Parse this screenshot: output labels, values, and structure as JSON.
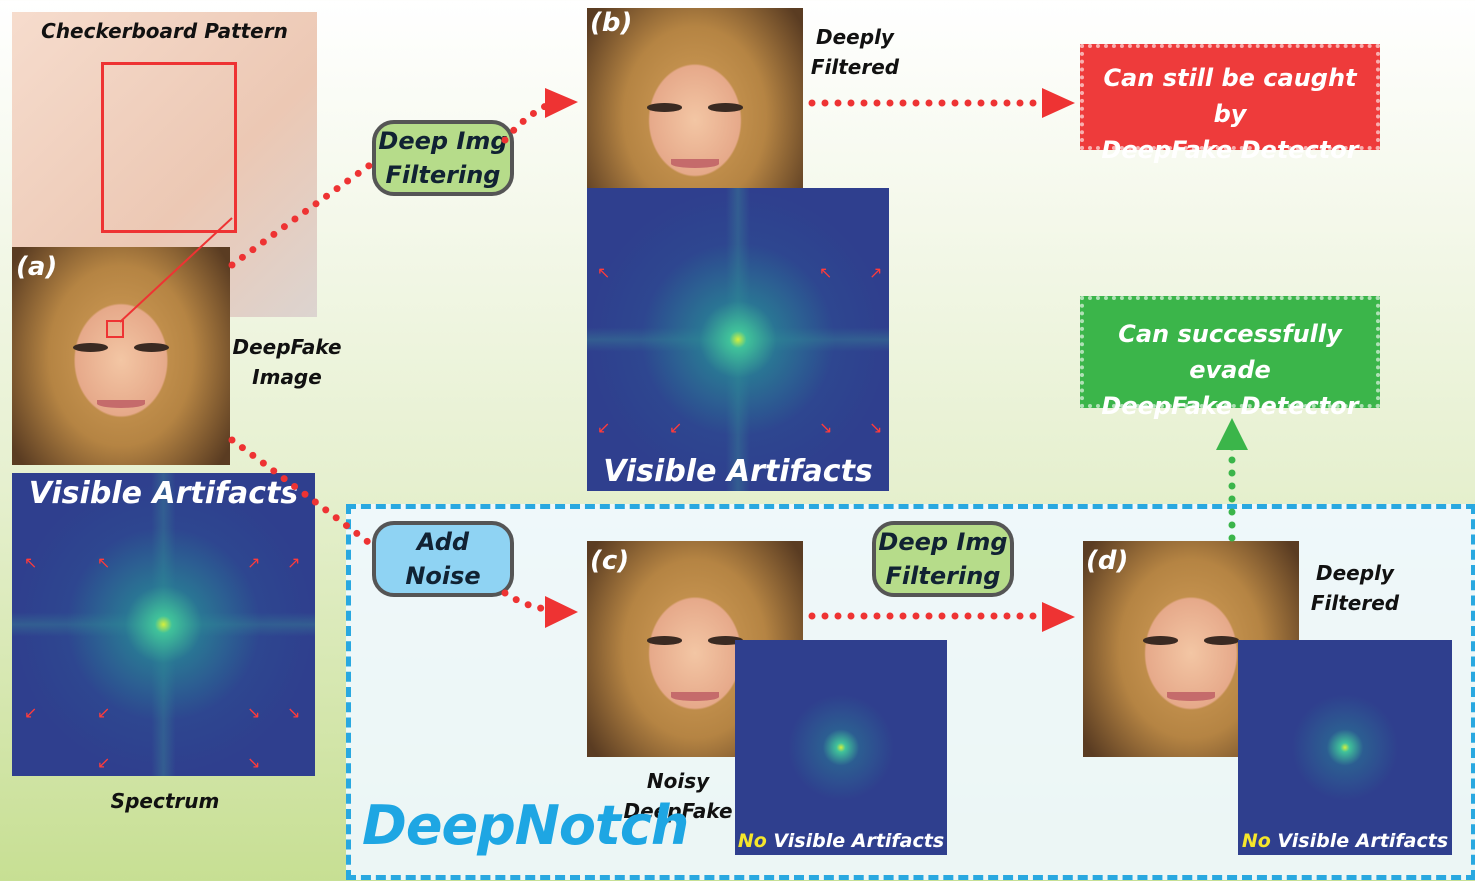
{
  "panel_a": {
    "tag": "(a)",
    "checker_label": "Checkerboard Pattern",
    "image_label": "DeepFake\nImage",
    "spectrum_label": "Spectrum",
    "artifacts_text": "Visible Artifacts"
  },
  "panel_b": {
    "tag": "(b)",
    "label": "Deeply\nFiltered",
    "artifacts_text": "Visible Artifacts"
  },
  "panel_c": {
    "tag": "(c)",
    "label": "Noisy\nDeepFake",
    "no_word": "No",
    "artifacts_text": "Visible Artifacts"
  },
  "panel_d": {
    "tag": "(d)",
    "label": "Deeply\nFiltered",
    "no_word": "No",
    "artifacts_text": "Visible Artifacts"
  },
  "steps": {
    "filter_top": "Deep Img\nFiltering",
    "add_noise": "Add\nNoise",
    "filter_bottom": "Deep Img\nFiltering"
  },
  "outcomes": {
    "caught": "Can still be caught by\nDeepFake Detector",
    "evade": "Can successfully evade\nDeepFake Detector"
  },
  "brand": {
    "name": "DeepNotch"
  },
  "colors": {
    "red": "#ee3b3b",
    "green": "#3bb54a",
    "blue_dash": "#29a8e0",
    "pill_green": "#b6dc8a",
    "pill_blue": "#8fd3f3",
    "yellow": "#f5e62b"
  }
}
